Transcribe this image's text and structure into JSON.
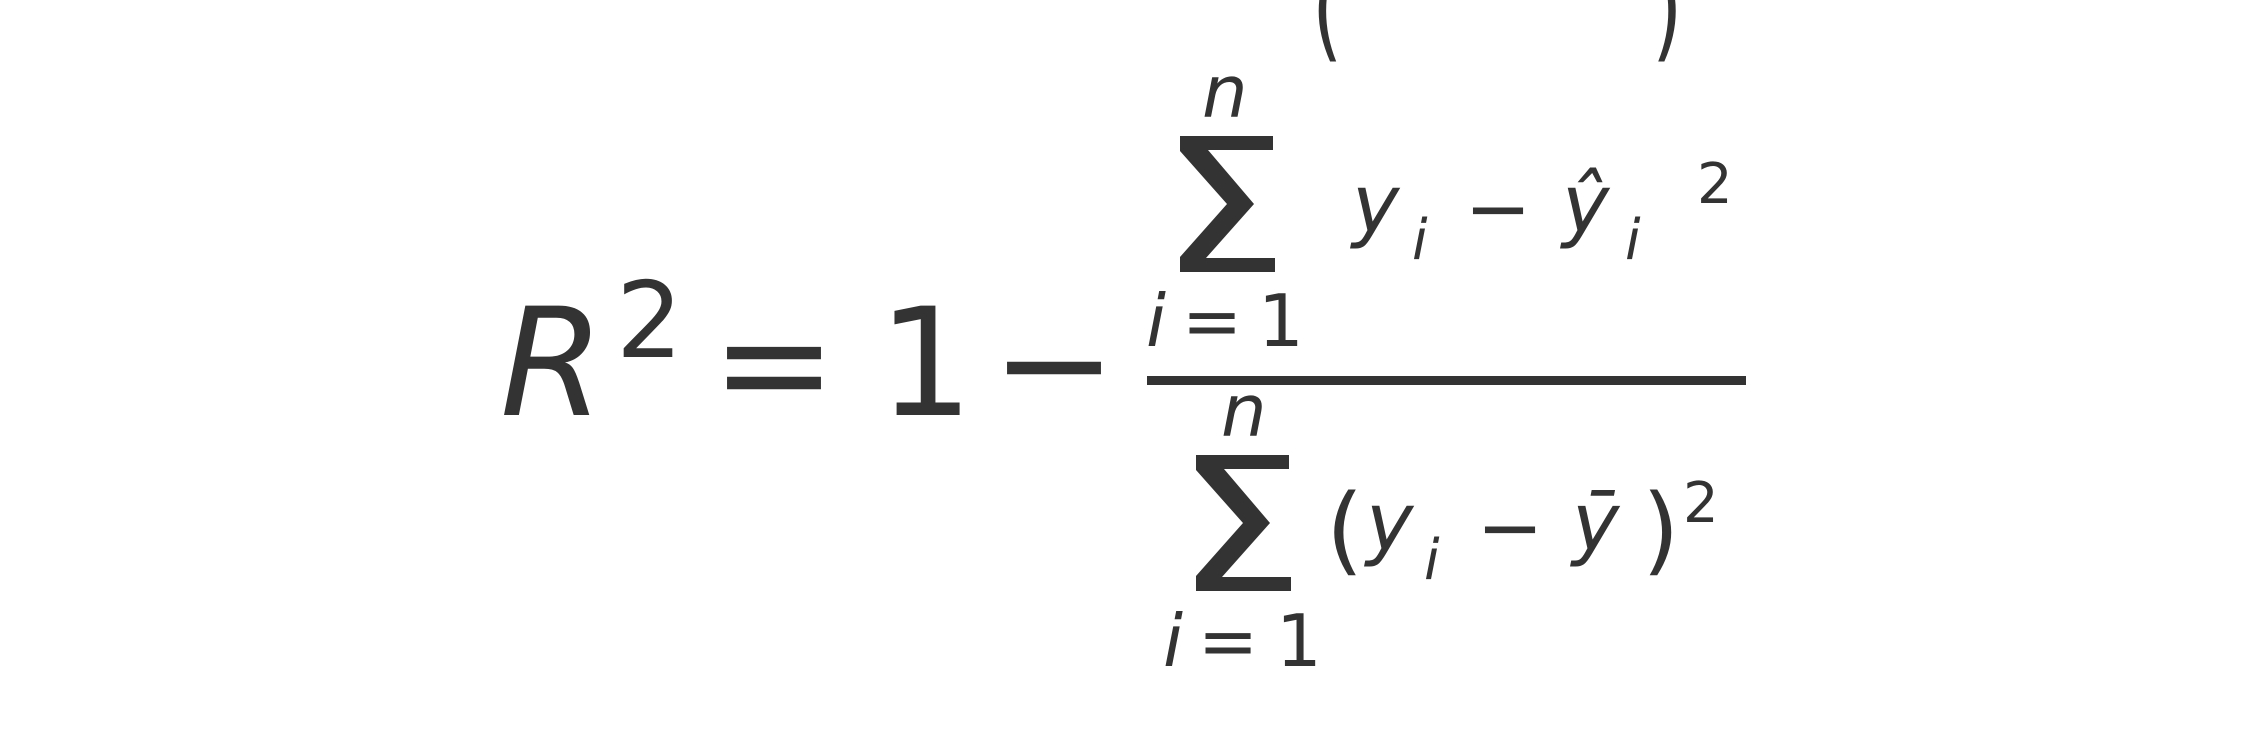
{
  "formula": {
    "lhs": {
      "symbol": "R",
      "exponent": "2"
    },
    "equals": "=",
    "one": "1",
    "minus": "−",
    "numerator": {
      "sum_upper": "n",
      "sum_lower_var": "i",
      "sum_lower_eq": "=",
      "sum_lower_val": "1",
      "open_paren": "(",
      "term1": "y",
      "term1_sub": "i",
      "minus": "−",
      "term2": "ŷ",
      "term2_sub": "i",
      "close_paren": ")",
      "exponent": "2"
    },
    "denominator": {
      "sum_upper": "n",
      "sum_lower_var": "i",
      "sum_lower_eq": "=",
      "sum_lower_val": "1",
      "open_paren": "(",
      "term1": "y",
      "term1_sub": "i",
      "minus": "−",
      "term2": "ȳ",
      "close_paren": ")",
      "exponent": "2"
    }
  },
  "colors": {
    "ink": "#333333",
    "background": "#ffffff"
  }
}
